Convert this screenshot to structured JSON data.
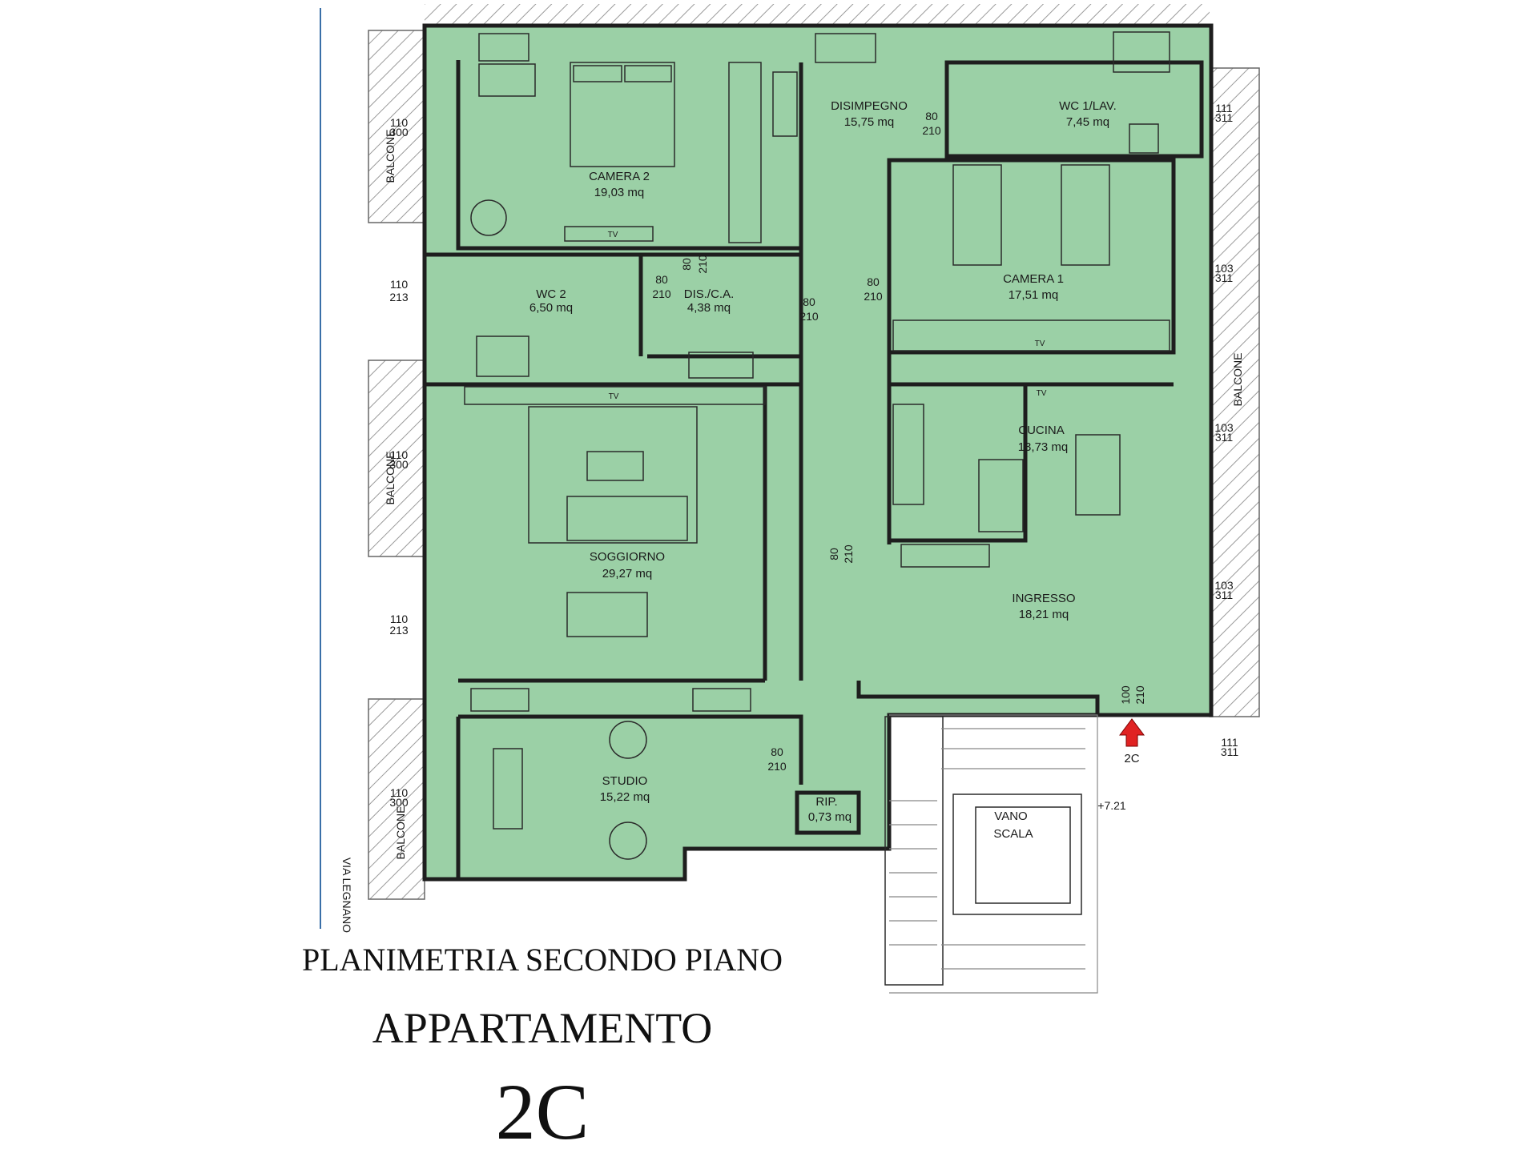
{
  "colors": {
    "fill": "#9bd0a6",
    "wall": "#1e1e1e",
    "hatch": "#8c8c8c",
    "entry_arrow": "#e02222"
  },
  "titles": {
    "line1": "PLANIMETRIA SECONDO PIANO",
    "line2": "APPARTAMENTO",
    "line3": "2C"
  },
  "street": "VIA LEGNANO",
  "rooms": {
    "camera2": {
      "name": "CAMERA 2",
      "area": "19,03 mq"
    },
    "disimpegno": {
      "name": "DISIMPEGNO",
      "area": "15,75 mq"
    },
    "wc1": {
      "name": "WC 1/LAV.",
      "area": "7,45 mq"
    },
    "camera1": {
      "name": "CAMERA 1",
      "area": "17,51 mq"
    },
    "wc2": {
      "name": "WC 2",
      "area": "6,50 mq"
    },
    "disca": {
      "name": "DIS./C.A.",
      "area": "4,38 mq"
    },
    "cucina": {
      "name": "CUCINA",
      "area": "13,73 mq"
    },
    "soggiorno": {
      "name": "SOGGIORNO",
      "area": "29,27 mq"
    },
    "ingresso": {
      "name": "INGRESSO",
      "area": "18,21 mq"
    },
    "studio": {
      "name": "STUDIO",
      "area": "15,22 mq"
    },
    "rip": {
      "name": "RIP.",
      "area": "0,73 mq"
    },
    "vano": {
      "name1": "VANO",
      "name2": "SCALA",
      "level": "+7.21"
    }
  },
  "balconies": {
    "left1": "BALCONE",
    "left2": "BALCONE",
    "left3": "BALCONE",
    "right": "BALCONE"
  },
  "door_dims": {
    "d80": "80",
    "d210": "210",
    "d100": "100",
    "w110": "110",
    "w300": "300",
    "w213": "213",
    "w111": "111",
    "w311": "311",
    "w103": "103"
  },
  "tv": "TV",
  "entry_label": "2C"
}
